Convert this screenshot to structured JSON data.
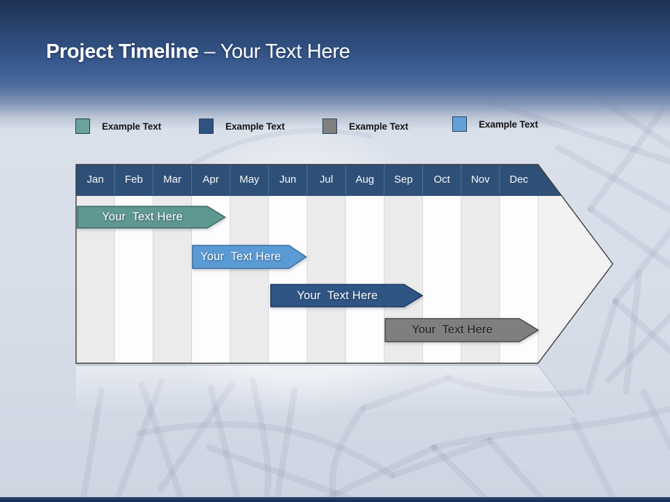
{
  "slide": {
    "title": {
      "bold": "Project Timeline",
      "rest": " – Your Text Here"
    },
    "colors": {
      "header_gradient_top": "#1E3152",
      "header_gradient_mid": "#3A5C92",
      "page_background": "#D8DEE9",
      "bottom_bar": "#1B3055",
      "arrow_body_fill": "#F2F2F2",
      "arrow_outline": "#3A3A3A",
      "column_stripe_odd": "#EBEBEB",
      "column_stripe_even": "#FDFDFD"
    }
  },
  "legend": {
    "items": [
      {
        "label": "Example Text",
        "swatch_color": "#6BA29E"
      },
      {
        "label": "Example Text",
        "swatch_color": "#2E5380"
      },
      {
        "label": "Example Text",
        "swatch_color": "#808080"
      },
      {
        "label": "Example Text",
        "swatch_color": "#63A0D8"
      }
    ]
  },
  "timeline": {
    "months": [
      "Jan",
      "Feb",
      "Mar",
      "Apr",
      "May",
      "Jun",
      "Jul",
      "Aug",
      "Sep",
      "Oct",
      "Nov",
      "Dec"
    ],
    "header_color": "#2E5077",
    "header_divider_color": "#4E75A2",
    "bars": [
      {
        "label": "Your  Text Here",
        "fill": "#5F9791",
        "stroke": "#3F6C67",
        "text_color": "#FFFFFF",
        "row": 1,
        "start_month": 1.0,
        "end_month": 3.9
      },
      {
        "label": "Your  Text Here",
        "fill": "#5B9BD5",
        "stroke": "#3C6E9F",
        "text_color": "#FFFFFF",
        "row": 2,
        "start_month": 4.0,
        "end_month": 7.0
      },
      {
        "label": "Your  Text Here",
        "fill": "#2E5584",
        "stroke": "#1F3A5F",
        "text_color": "#FFFFFF",
        "row": 3,
        "start_month": 6.0,
        "end_month": 10.0
      },
      {
        "label": "Your  Text Here",
        "fill": "#7F7F7F",
        "stroke": "#4A4A4A",
        "text_color": "#1A1A1A",
        "row": 4,
        "start_month": 9.0,
        "end_month": 13.0
      }
    ]
  }
}
